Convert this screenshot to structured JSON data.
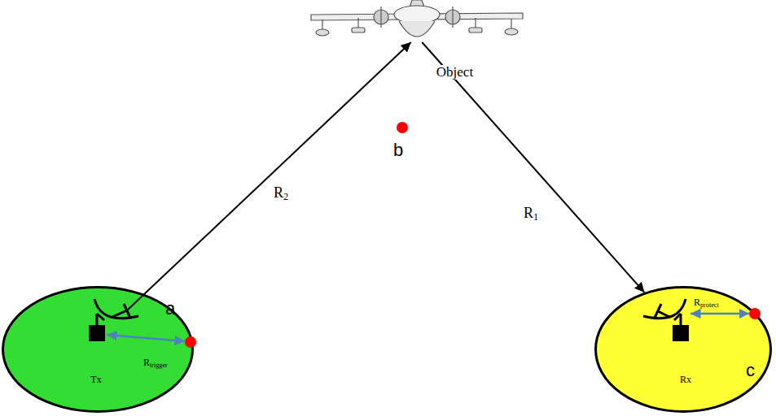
{
  "diagram": {
    "nodes": [
      {
        "text": [
          "Object"
        ]
      },
      {
        "text": [
          "Tx"
        ]
      },
      {
        "text": [
          "Rx"
        ]
      }
    ],
    "edges": [
      {
        "from": 1,
        "to": 0,
        "arrow": "to",
        "label": "R2"
      },
      {
        "from": 0,
        "to": 2,
        "arrow": "to",
        "label": "R1"
      }
    ],
    "labels": [
      "b",
      "a",
      "Rprotect",
      "Rtrigger",
      "c"
    ]
  }
}
